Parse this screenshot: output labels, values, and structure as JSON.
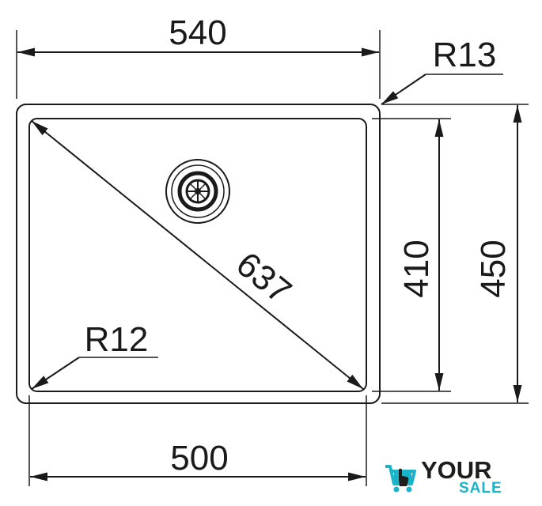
{
  "dimensions": {
    "outer_width": "540",
    "inner_width": "500",
    "diagonal": "637",
    "inner_height": "410",
    "outer_height": "450",
    "outer_radius": "R13",
    "inner_radius": "R12"
  },
  "logo": {
    "word1": "YOUR",
    "word2": "SALE",
    "icon": "cart-hand-icon",
    "color_dark": "#1d1d1b",
    "color_accent": "#1ab3c8"
  }
}
